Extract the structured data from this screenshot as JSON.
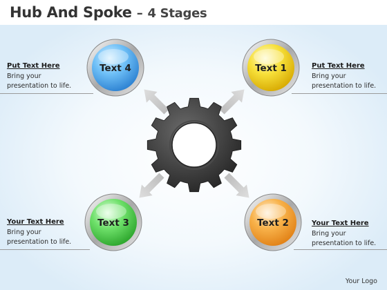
{
  "title": {
    "main": "Hub And Spoke",
    "dash": "–",
    "sub": "4 Stages"
  },
  "hub": {
    "icon": "gear-icon",
    "color": "#3a3a3a"
  },
  "stages": [
    {
      "label": "Text 1",
      "color": "#f5d800"
    },
    {
      "label": "Text 2",
      "color": "#f4a22a"
    },
    {
      "label": "Text 3",
      "color": "#4dcf4d"
    },
    {
      "label": "Text 4",
      "color": "#4aa8f2"
    }
  ],
  "notes": {
    "top_left": {
      "heading": "Put Text Here",
      "body_line1": "Bring your",
      "body_line2": "presentation to life."
    },
    "top_right": {
      "heading": "Put Text Here",
      "body_line1": "Bring your",
      "body_line2": "presentation to life."
    },
    "bottom_left": {
      "heading": "Your Text Here",
      "body_line1": "Bring your",
      "body_line2": "presentation to life."
    },
    "bottom_right": {
      "heading": "Your Text Here",
      "body_line1": "Bring your",
      "body_line2": "presentation to life."
    }
  },
  "footer": {
    "logo_text": "Your Logo"
  },
  "colors": {
    "arrow": "#cfcfcf",
    "rule": "#9a9a9a"
  }
}
